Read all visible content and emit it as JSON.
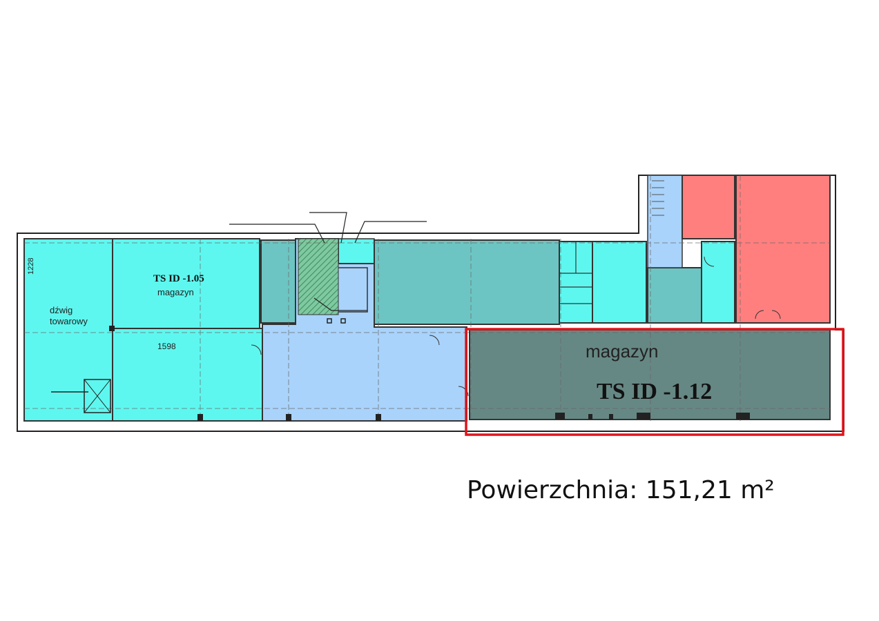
{
  "unit_105": {
    "id": "TS ID -1.05",
    "name": "magazyn",
    "dimension": "1598",
    "wall_dimension": "1228"
  },
  "lift_label": {
    "line1": "dźwig",
    "line2": "towarowy"
  },
  "selected_unit": {
    "name": "magazyn",
    "id": "TS ID -1.12",
    "highlight_color": "#e0141b"
  },
  "area": {
    "text": "Powierzchnia: 151,21 m²"
  },
  "colors": {
    "cyan": "#5ef7ef",
    "teal": "#6cc5c2",
    "light_blue": "#a9d3fb",
    "red": "#ff7f7f",
    "dark": "#668885",
    "hatch": "#5aa37a"
  }
}
